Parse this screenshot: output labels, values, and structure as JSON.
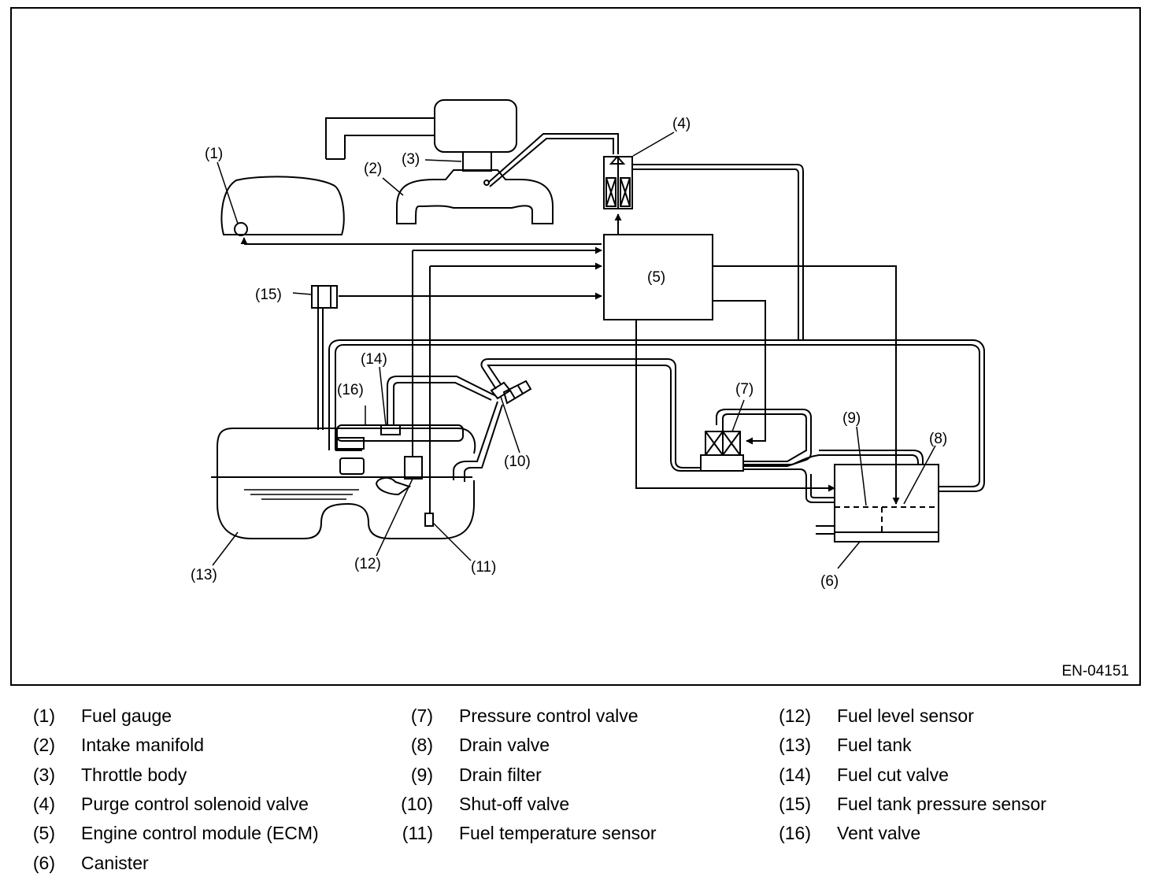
{
  "diagram": {
    "figure_code": "EN-04151",
    "callouts": {
      "c1": "(1)",
      "c2": "(2)",
      "c3": "(3)",
      "c4": "(4)",
      "c5": "(5)",
      "c6": "(6)",
      "c7": "(7)",
      "c8": "(8)",
      "c9": "(9)",
      "c10": "(10)",
      "c11": "(11)",
      "c12": "(12)",
      "c13": "(13)",
      "c14": "(14)",
      "c15": "(15)",
      "c16": "(16)"
    }
  },
  "legend": {
    "items": [
      {
        "num": "(1)",
        "label": "Fuel gauge"
      },
      {
        "num": "(2)",
        "label": "Intake manifold"
      },
      {
        "num": "(3)",
        "label": "Throttle body"
      },
      {
        "num": "(4)",
        "label": "Purge control solenoid valve"
      },
      {
        "num": "(5)",
        "label": "Engine control module (ECM)"
      },
      {
        "num": "(6)",
        "label": "Canister"
      },
      {
        "num": "(7)",
        "label": "Pressure control valve"
      },
      {
        "num": "(8)",
        "label": "Drain valve"
      },
      {
        "num": "(9)",
        "label": "Drain filter"
      },
      {
        "num": "(10)",
        "label": "Shut-off valve"
      },
      {
        "num": "(11)",
        "label": "Fuel temperature sensor"
      },
      {
        "num": "(12)",
        "label": "Fuel level sensor"
      },
      {
        "num": "(13)",
        "label": "Fuel tank"
      },
      {
        "num": "(14)",
        "label": "Fuel cut valve"
      },
      {
        "num": "(15)",
        "label": "Fuel tank pressure sensor"
      },
      {
        "num": "(16)",
        "label": "Vent valve"
      }
    ]
  }
}
